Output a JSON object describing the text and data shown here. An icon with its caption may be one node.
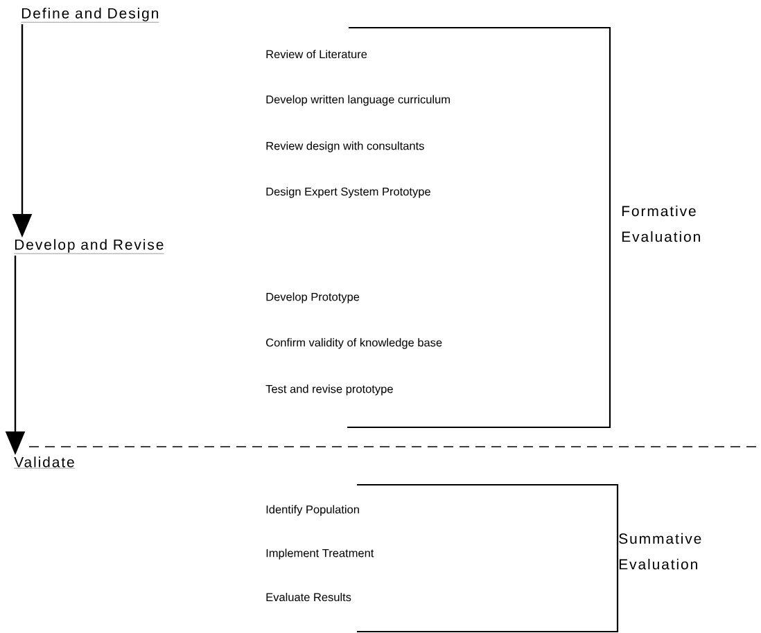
{
  "diagram": {
    "nodes": [
      {
        "text": [
          "Define and Design"
        ]
      },
      {
        "text": [
          "Develop and Revise"
        ]
      },
      {
        "text": [
          "Validate"
        ]
      }
    ],
    "edges": [
      {
        "from": 0,
        "to": 1,
        "arrow": "to"
      },
      {
        "from": 1,
        "to": 2,
        "arrow": "to"
      }
    ],
    "labels": [
      "Review of Literature",
      "Develop written language curriculum",
      "Review design with consultants",
      "Design Expert System Prototype",
      "Formative Evaluation",
      "Develop Prototype",
      "Confirm validity of knowledge base",
      "Test and revise prototype",
      "Identify Population",
      "Summative Evaluation",
      "Implement Treatment",
      "Evaluate Results"
    ]
  }
}
